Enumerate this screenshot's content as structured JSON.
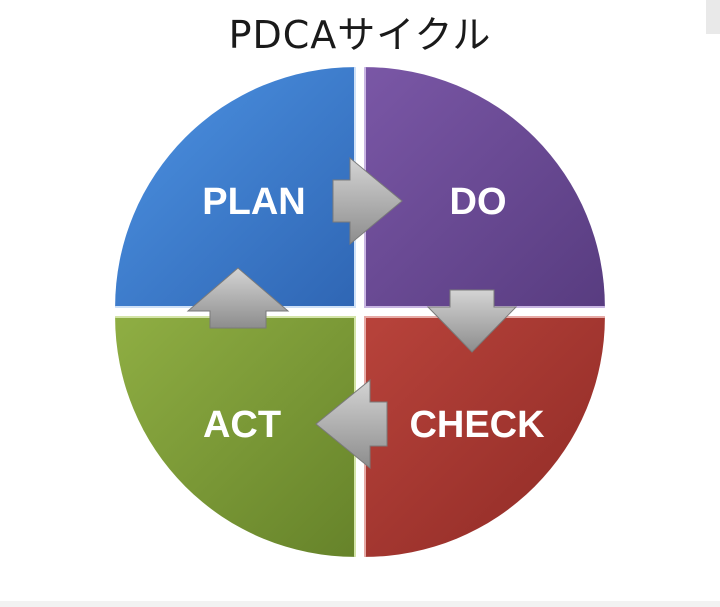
{
  "title": "PDCAサイクル",
  "quadrants": {
    "plan": {
      "label": "PLAN",
      "color": "#3f7fd0"
    },
    "do": {
      "label": "DO",
      "color": "#6a4a94"
    },
    "check": {
      "label": "CHECK",
      "color": "#a8362f"
    },
    "act": {
      "label": "ACT",
      "color": "#7e9c37"
    }
  },
  "arrow_color": "#a6a6a6"
}
